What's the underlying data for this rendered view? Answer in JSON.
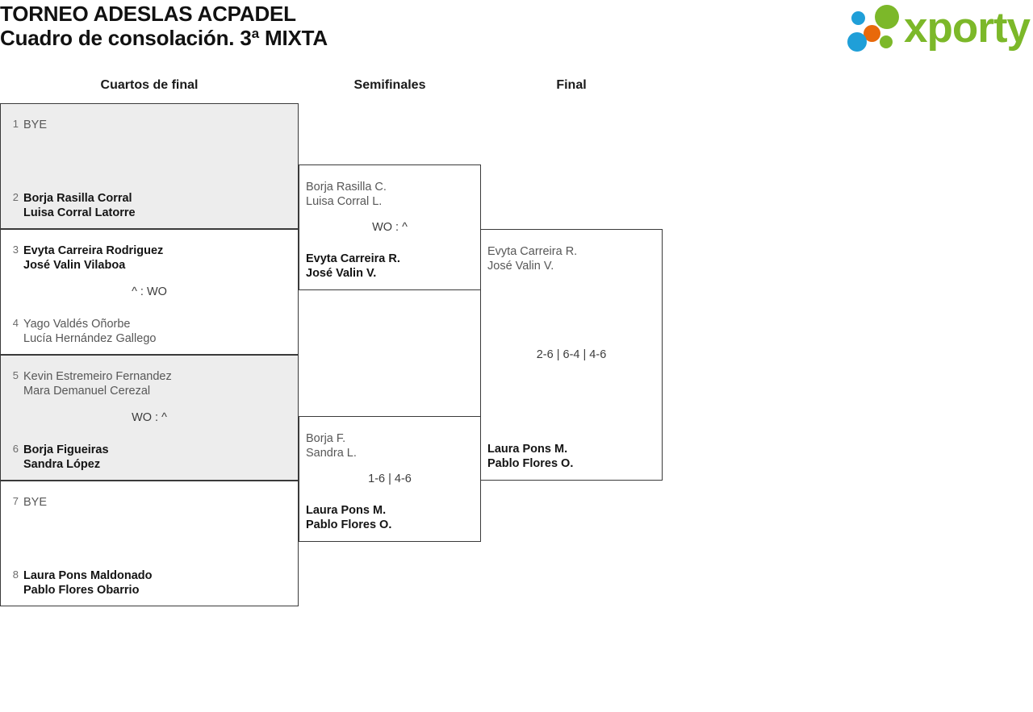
{
  "header": {
    "title_line1": "TORNEO ADESLAS ACPADEL",
    "title_line2": "Cuadro de consolación. 3ª MIXTA",
    "logo_text": "xporty",
    "logo_colors": {
      "green": "#7cb829",
      "blue": "#1f9fd8",
      "orange": "#e8690b"
    }
  },
  "rounds": [
    {
      "label": "Cuartos de final"
    },
    {
      "label": "Semifinales"
    },
    {
      "label": "Final"
    }
  ],
  "bracket": {
    "round1": [
      {
        "shaded": true,
        "score": "",
        "top": {
          "seed": "1",
          "line1": "BYE",
          "line2": "",
          "winner": false
        },
        "bottom": {
          "seed": "2",
          "line1": "Borja Rasilla Corral",
          "line2": "Luisa Corral Latorre",
          "winner": true
        }
      },
      {
        "shaded": false,
        "score": "^ : WO",
        "top": {
          "seed": "3",
          "line1": "Evyta Carreira Rodriguez",
          "line2": "José Valin Vilaboa",
          "winner": true
        },
        "bottom": {
          "seed": "4",
          "line1": "Yago Valdés Oñorbe",
          "line2": "Lucía Hernández Gallego",
          "winner": false
        }
      },
      {
        "shaded": true,
        "score": "WO : ^",
        "top": {
          "seed": "5",
          "line1": "Kevin Estremeiro Fernandez",
          "line2": "Mara Demanuel Cerezal",
          "winner": false
        },
        "bottom": {
          "seed": "6",
          "line1": "Borja Figueiras",
          "line2": "Sandra López",
          "winner": true
        }
      },
      {
        "shaded": false,
        "score": "",
        "top": {
          "seed": "7",
          "line1": "BYE",
          "line2": "",
          "winner": false
        },
        "bottom": {
          "seed": "8",
          "line1": "Laura Pons Maldonado",
          "line2": "Pablo Flores Obarrio",
          "winner": true
        }
      }
    ],
    "round2": [
      {
        "shaded": false,
        "score": "WO : ^",
        "top": {
          "line1": "Borja Rasilla C.",
          "line2": "Luisa Corral L.",
          "winner": false
        },
        "bottom": {
          "line1": "Evyta Carreira R.",
          "line2": "José Valin V.",
          "winner": true
        }
      },
      {
        "shaded": false,
        "score": "1-6 | 4-6",
        "top": {
          "line1": "Borja F.",
          "line2": "Sandra L.",
          "winner": false
        },
        "bottom": {
          "line1": "Laura Pons M.",
          "line2": "Pablo Flores O.",
          "winner": true
        }
      }
    ],
    "round3": [
      {
        "shaded": false,
        "score": "2-6 | 6-4 | 4-6",
        "top": {
          "line1": "Evyta Carreira R.",
          "line2": "José Valin V.",
          "winner": false
        },
        "bottom": {
          "line1": "Laura Pons M.",
          "line2": "Pablo Flores O.",
          "winner": true
        }
      }
    ]
  }
}
